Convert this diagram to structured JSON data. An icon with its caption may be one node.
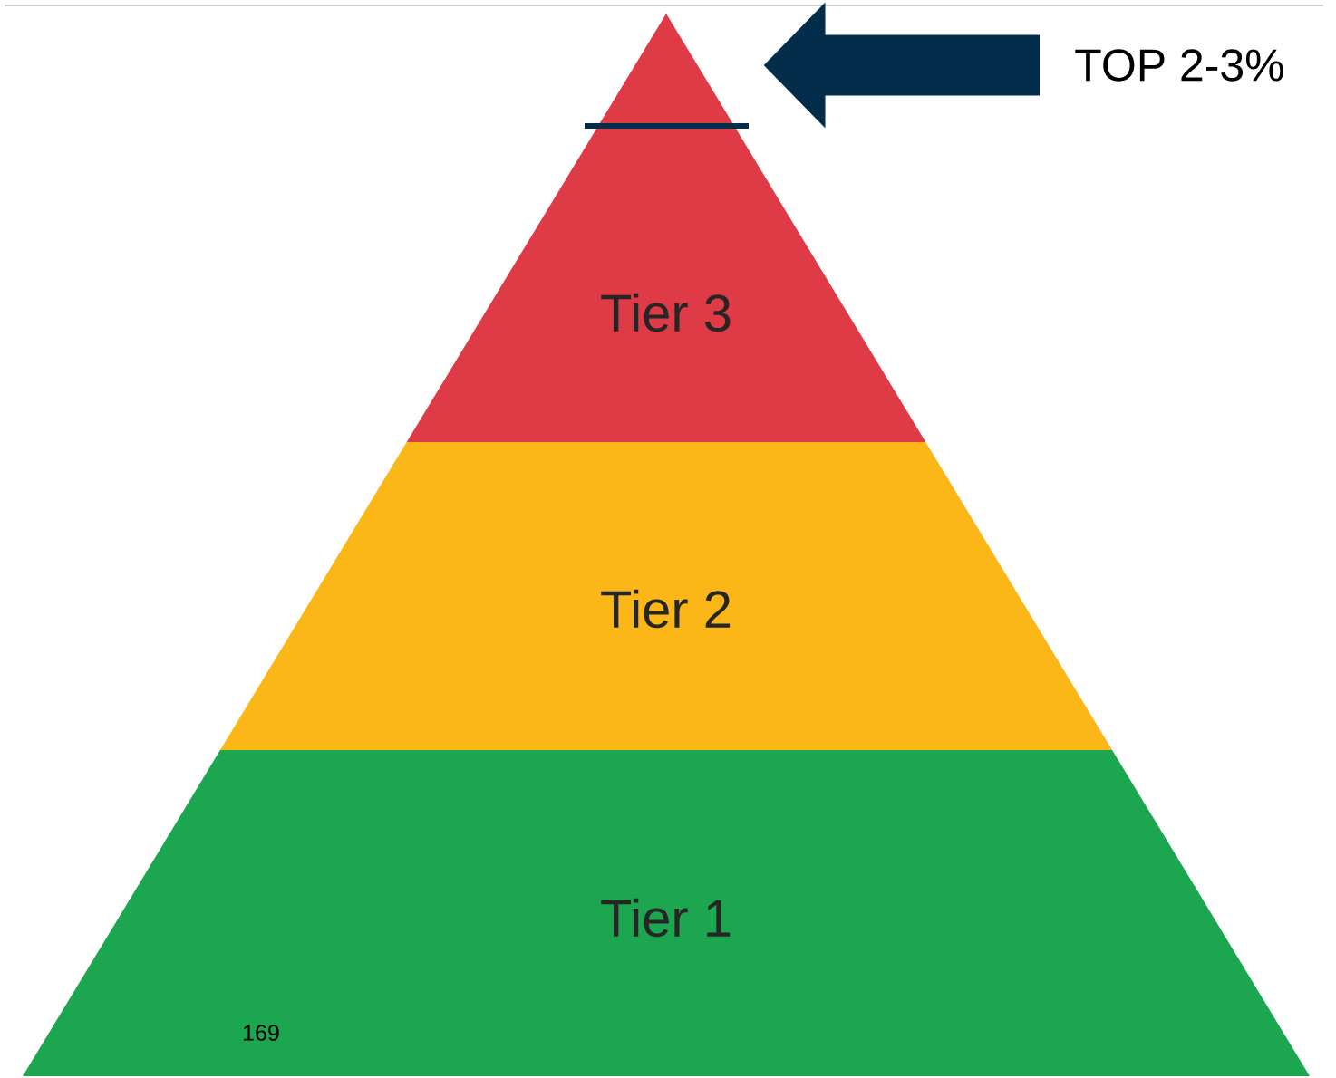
{
  "diagram": {
    "nodes": [
      {
        "text": [
          "Tier 3"
        ]
      },
      {
        "text": [
          "Tier 2"
        ]
      },
      {
        "text": [
          "Tier 1"
        ]
      },
      {
        "text": [
          "TOP 2-3%"
        ]
      }
    ],
    "edges": [
      {
        "from": 3,
        "to": 0,
        "arrow": "to"
      }
    ],
    "labels": [
      "169"
    ]
  }
}
